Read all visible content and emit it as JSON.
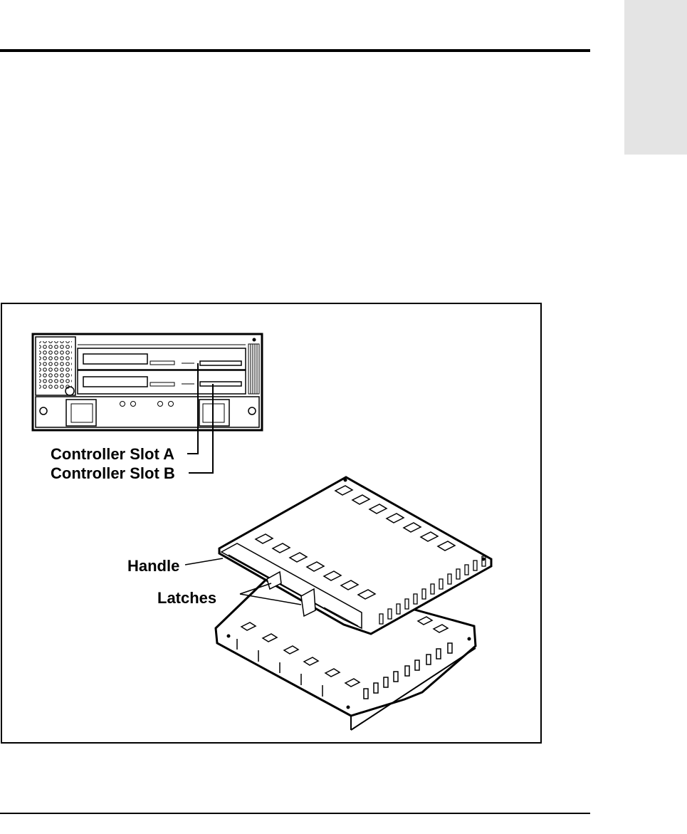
{
  "figure": {
    "callouts": {
      "slot_a": "Controller Slot A",
      "slot_b": "Controller Slot B",
      "handle": "Handle",
      "latches": "Latches"
    }
  }
}
